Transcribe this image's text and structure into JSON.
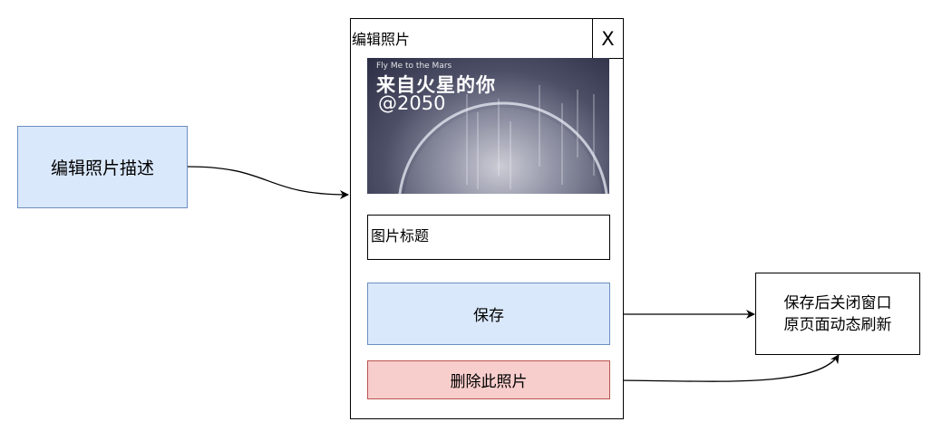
{
  "left_note": {
    "text": "编辑照片描述"
  },
  "dialog": {
    "title": "编辑照片",
    "close_label": "X",
    "photo": {
      "tag": "Fly Me to the Mars",
      "headline": "来自火星的你",
      "year": "@2050"
    },
    "title_input": {
      "value": "图片标题"
    },
    "save_label": "保存",
    "delete_label": "删除此照片"
  },
  "right_note": {
    "line1": "保存后关闭窗口",
    "line2": "原页面动态刷新"
  },
  "colors": {
    "blue_fill": "#dae8fc",
    "blue_stroke": "#6c8ebf",
    "red_fill": "#f8cecc",
    "red_stroke": "#b85450"
  }
}
